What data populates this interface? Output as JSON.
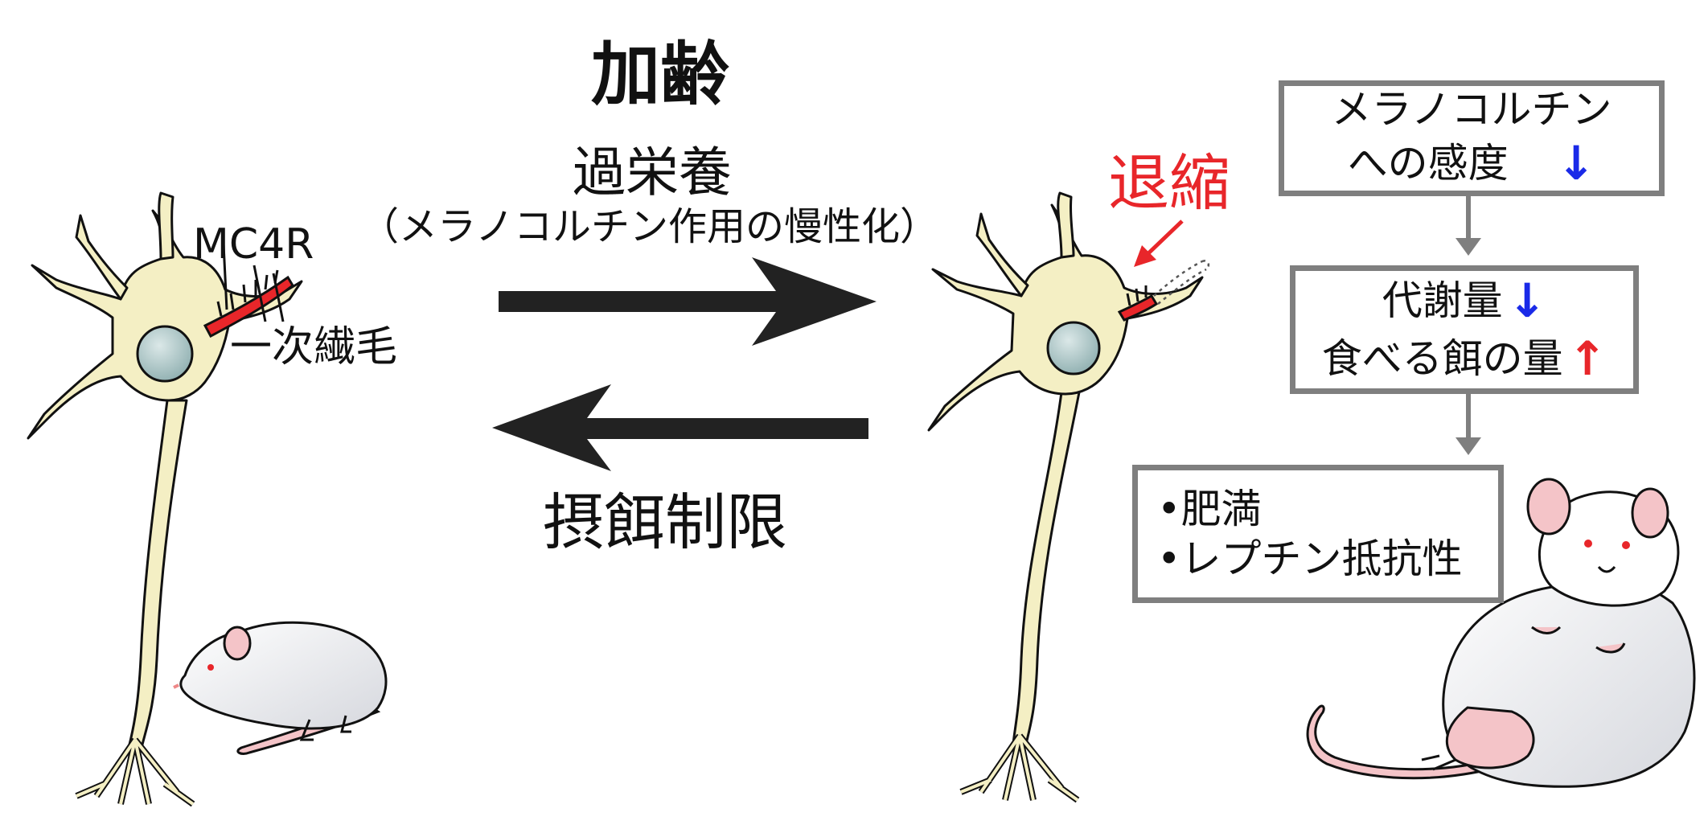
{
  "labels": {
    "aging": "加齢",
    "overnutrition": "過栄養",
    "chronic_melanocortin": "（メラノコルチン作用の慢性化）",
    "food_restriction": "摂餌制限",
    "mc4r": "MC4R",
    "primary_cilium": "一次繊毛",
    "retraction": "退縮"
  },
  "boxes": {
    "sensitivity": {
      "line1": "メラノコルチン",
      "line2": "への感度",
      "arrow": "↓"
    },
    "metabolism": {
      "line1": "代謝量",
      "line1_arrow": "↓",
      "line2": "食べる餌の量",
      "line2_arrow": "↑"
    },
    "outcomes": {
      "item1": "•肥満",
      "item2": "•レプチン抵抗性"
    }
  },
  "colors": {
    "neuron_fill": "#f4efc4",
    "nucleus": "#a9c3c4",
    "cilium": "#e8262a",
    "box_border": "#7f7f7f",
    "decrease_arrow": "#1a2ae8",
    "increase_arrow": "#e8262a",
    "flow_arrow": "#222222"
  }
}
